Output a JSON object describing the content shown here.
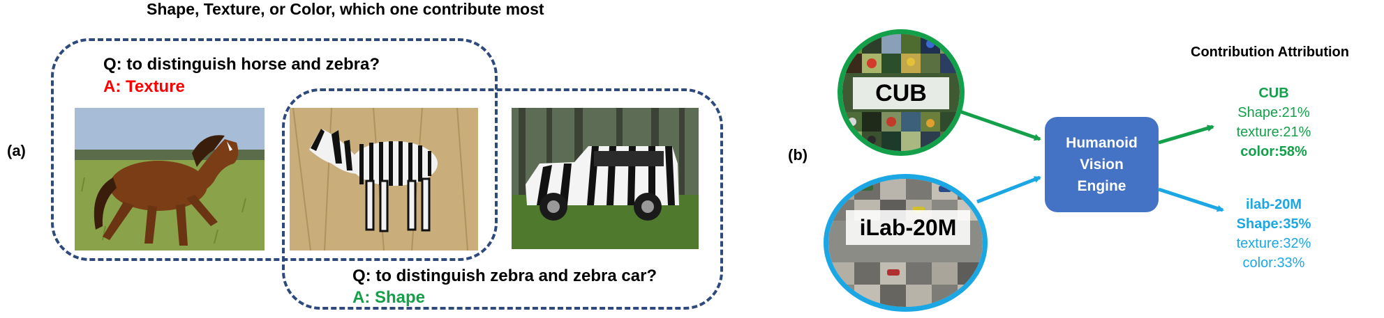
{
  "title": "Shape, Texture, or Color, which one contribute most",
  "panel_a": {
    "label": "(a)",
    "q1": "Q: to distinguish horse and zebra?",
    "a1": "A: Texture",
    "q2": "Q: to distinguish zebra and zebra car?",
    "a2": "A: Shape"
  },
  "panel_b": {
    "label": "(b)",
    "dataset1": "CUB",
    "dataset2": "iLab-20M",
    "engine_lines": [
      "Humanoid",
      "Vision",
      "Engine"
    ],
    "attribution_title": "Contribution Attribution",
    "cub": {
      "name": "CUB",
      "shape": "Shape:21%",
      "texture": "texture:21%",
      "color": "color:58%"
    },
    "ilab": {
      "name": "ilab-20M",
      "shape": "Shape:35%",
      "texture": "texture:32%",
      "color": "color:33%"
    }
  },
  "colors": {
    "dashed_border": "#2e4a7d",
    "answer_red": "#ff0000",
    "answer_green": "#14a04a",
    "cub_green": "#14a04a",
    "ilab_blue": "#1ba7e3",
    "engine_blue": "#4472c4"
  }
}
